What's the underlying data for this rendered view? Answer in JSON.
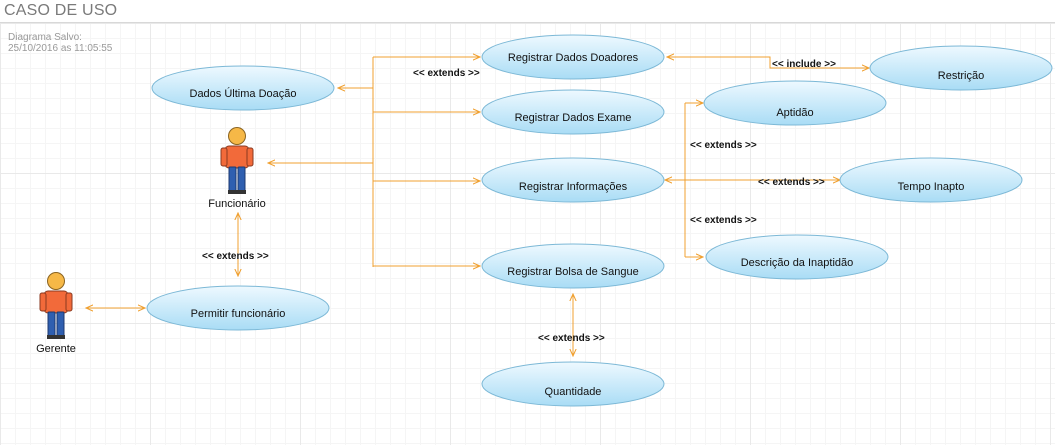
{
  "header": {
    "title": "CASO DE USO",
    "saved_line1": "Diagrama Salvo:",
    "saved_line2": "25/10/2016 as 11:05:55"
  },
  "colors": {
    "connector": "#f0a030",
    "usecase_fill_top": "#e6f7ff",
    "usecase_fill_bottom": "#a9dcf5",
    "usecase_stroke": "#7cb8d6",
    "actor_body": "#f26a3a",
    "actor_head": "#f6b847",
    "actor_legs": "#2f5fb0"
  },
  "actors": {
    "funcionario": "Funcionário",
    "gerente": "Gerente"
  },
  "use_cases": {
    "registrar_dados_doadores": "Registrar Dados Doadores",
    "dados_ultima_doacao": "Dados Última Doação",
    "restricao": "Restrição",
    "registrar_dados_exame": "Registrar Dados Exame",
    "aptidao": "Aptidão",
    "registrar_informacoes": "Registrar Informações",
    "tempo_inapto": "Tempo Inapto",
    "descricao_inaptidao": "Descrição da Inaptidão",
    "registrar_bolsa_sangue": "Registrar Bolsa de Sangue",
    "permitir_funcionario": "Permitir funcionário",
    "quantidade": "Quantidade"
  },
  "relations": {
    "extends_doadores": "<< extends >>",
    "include_restricao": "<< include >>",
    "extends_aptidao": "<< extends >>",
    "extends_tempo": "<< extends >>",
    "extends_descricao": "<< extends >>",
    "extends_funcionario": "<< extends >>",
    "extends_quantidade": "<< extends >>"
  }
}
